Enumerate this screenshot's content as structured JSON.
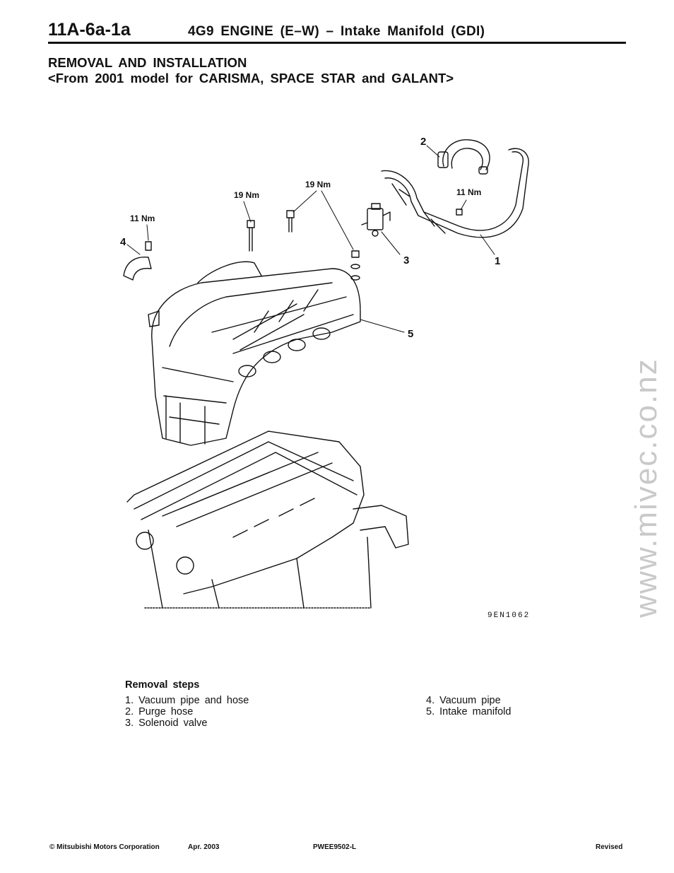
{
  "header": {
    "page_number": "11A-6a-1a",
    "title": "4G9 ENGINE (E–W) – Intake Manifold (GDI)"
  },
  "section": {
    "title_line1": "REMOVAL AND INSTALLATION",
    "title_line2": "<From 2001 model for CARISMA, SPACE STAR and GALANT>"
  },
  "diagram": {
    "code": "9EN1062",
    "callouts": [
      "1",
      "2",
      "3",
      "4",
      "5"
    ],
    "torque_labels": [
      "11 Nm",
      "19 Nm",
      "19 Nm",
      "11 Nm"
    ]
  },
  "removal": {
    "heading": "Removal steps",
    "left_steps": [
      "1. Vacuum pipe and hose",
      "2. Purge hose",
      "3. Solenoid valve"
    ],
    "right_steps": [
      "4. Vacuum pipe",
      "5. Intake manifold"
    ]
  },
  "watermark": "www.mivec.co.nz",
  "footer": {
    "copyright": "© Mitsubishi Motors Corporation",
    "date": "Apr. 2003",
    "code": "PWEE9502-L",
    "status": "Revised"
  }
}
